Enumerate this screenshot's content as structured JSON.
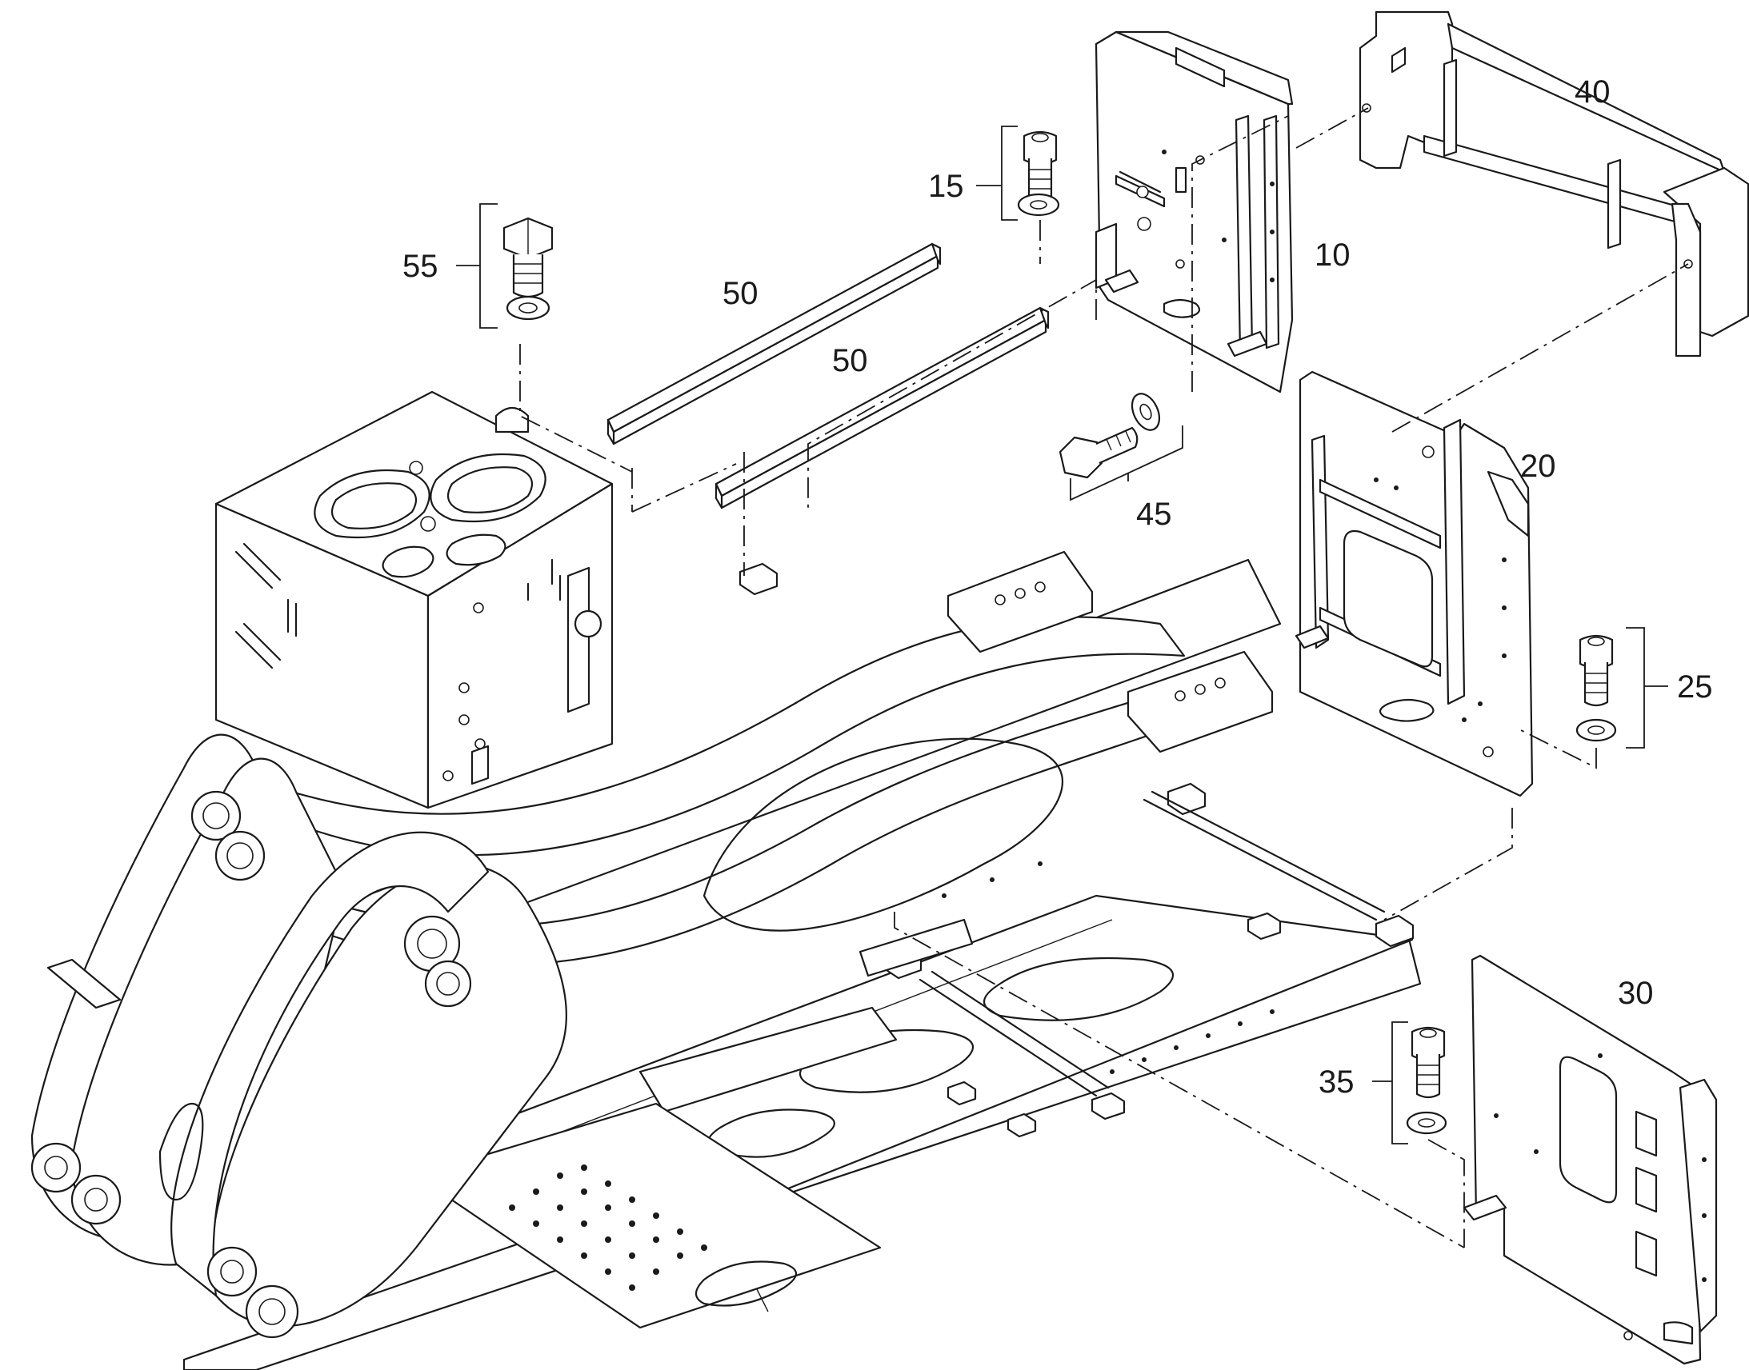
{
  "callouts": {
    "c10": "10",
    "c15": "15",
    "c20": "20",
    "c25": "25",
    "c30": "30",
    "c35": "35",
    "c40": "40",
    "c45": "45",
    "c50a": "50",
    "c50b": "50",
    "c55": "55"
  }
}
